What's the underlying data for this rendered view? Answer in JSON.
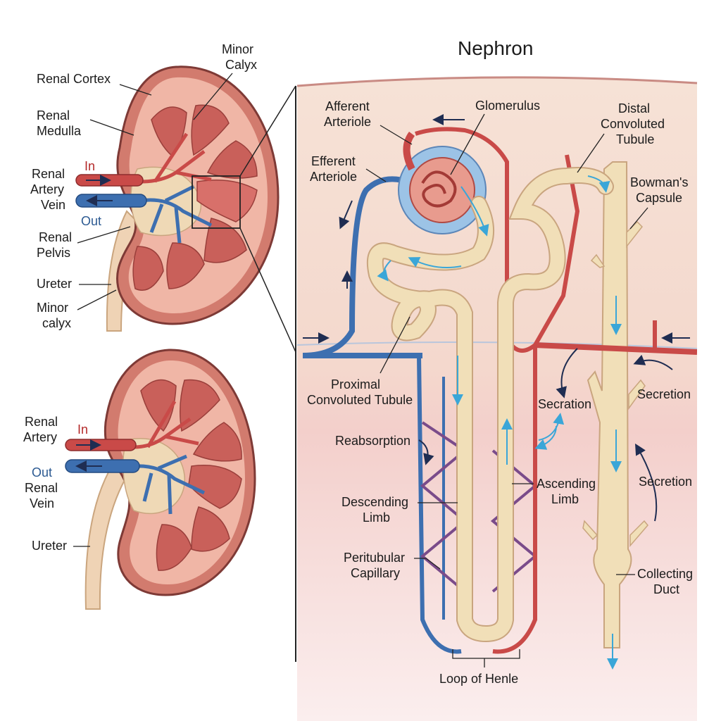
{
  "title": "Nephron",
  "kidney_top": {
    "minor_calyx_top": [
      "Minor",
      "Calyx"
    ],
    "renal_cortex": "Renal Cortex",
    "renal_medulla": [
      "Renal",
      "Medulla"
    ],
    "renal": "Renal",
    "artery": "Artery",
    "vein": "Vein",
    "in": "In",
    "out": "Out",
    "renal_pelvis": [
      "Renal",
      "Pelvis"
    ],
    "ureter": "Ureter",
    "minor_calyx_bottom": [
      "Minor",
      "calyx"
    ]
  },
  "kidney_bottom": {
    "renal_artery": [
      "Renal",
      "Artery"
    ],
    "in": "In",
    "out": "Out",
    "renal_vein": [
      "Renal",
      "Vein"
    ],
    "ureter": "Ureter"
  },
  "nephron": {
    "afferent_arteriole": [
      "Afferent",
      "Arteriole"
    ],
    "glomerulus": "Glomerulus",
    "distal_convoluted_tubule": [
      "Distal",
      "Convoluted",
      "Tubule"
    ],
    "efferent_arteriole": [
      "Efferent",
      "Arteriole"
    ],
    "bowmans_capsule": [
      "Bowman's",
      "Capsule"
    ],
    "proximal_convoluted_tubule": [
      "Proximal",
      "Convoluted Tubule"
    ],
    "secretion_1": "Secretion",
    "secration": "Secration",
    "reabsorption": "Reabsorption",
    "secretion_2": "Secretion",
    "ascending_limb": [
      "Ascending",
      "Limb"
    ],
    "descending_limb": [
      "Descending",
      "Limb"
    ],
    "peritubular_capillary": [
      "Peritubular",
      "Capillary"
    ],
    "collecting_duct": [
      "Collecting",
      "Duct"
    ],
    "loop_of_henle": "Loop of Henle"
  },
  "colors": {
    "artery_red": "#c94a48",
    "vein_blue": "#3d6fb0",
    "tubule_cream": "#f1dfb8",
    "tissue_pink": "#f3d3c9",
    "arrow_cyan": "#3aa6d8"
  }
}
